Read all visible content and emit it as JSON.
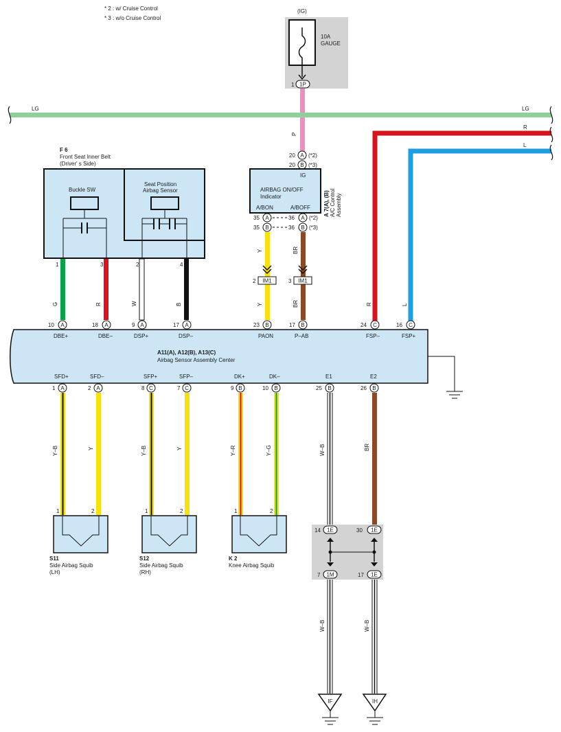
{
  "notes": [
    "* 2 : w/ Cruise Control",
    "* 3 : w/o Cruise Control"
  ],
  "colors": {
    "box_fill": "#cce6f5",
    "gray_box": "#d3d3d3",
    "LG": "#8fcf9a",
    "R": "#d7141e",
    "L": "#1c9ee0",
    "P": "#ee8fbf",
    "Y": "#f7e10a",
    "BR": "#8b4a24",
    "G": "#07a24a",
    "B": "#111111",
    "W": "#ffffff"
  },
  "fuse": {
    "ig": "(IG)",
    "name": "10A\nGAUGE",
    "pin": "1",
    "connector": "1P"
  },
  "bus": {
    "lg_left": "LG",
    "lg_right": "LG",
    "r_right": "R",
    "l_right": "L"
  },
  "indicator": {
    "p_wire": "P",
    "pin_top1": "20",
    "conn_top1": "A",
    "note_top1": "(*2)",
    "pin_top2": "20",
    "conn_top2": "B",
    "note_top2": "(*3)",
    "ig_label": "IG",
    "name": "AIRBAG ON/OFF",
    "sub": "Indicator",
    "abon": "A/BON",
    "aboff": "A/BOFF",
    "side_code": "A 7(A), (B)",
    "side_name1": "A/C Control",
    "side_name2": "Assembly",
    "pin_a1": "35",
    "pin_a2": "35",
    "pin_b1": "36",
    "pin_b2": "36",
    "conn_a1": "A",
    "conn_a2": "B",
    "conn_b1": "A",
    "conn_b2": "B",
    "note_b1": "(*2)",
    "note_b2": "(*3)",
    "wire_y": "Y",
    "wire_br": "BR",
    "im_pin_y": "2",
    "im_pin_br": "3",
    "im_conn": "IM1"
  },
  "seat_belt": {
    "code": "F 6",
    "name1": "Front Seat Inner Belt",
    "name2": "(Driver' s Side)",
    "buckle": "Buckle SW",
    "seatpos1": "Seat Position",
    "seatpos2": "Airbag Sensor",
    "pins": [
      "1",
      "3",
      "2",
      "4"
    ],
    "wires": [
      "G",
      "R",
      "W",
      "B"
    ]
  },
  "ecu": {
    "code": "A11(A), A12(B), A13(C)",
    "name": "Airbag Sensor Assembly Center",
    "top_pins": [
      {
        "pin": "10",
        "conn": "A",
        "name": "DBE+"
      },
      {
        "pin": "18",
        "conn": "A",
        "name": "DBE–"
      },
      {
        "pin": "9",
        "conn": "A",
        "name": "DSP+"
      },
      {
        "pin": "17",
        "conn": "A",
        "name": "DSP–"
      },
      {
        "pin": "23",
        "conn": "B",
        "name": "PAON"
      },
      {
        "pin": "17",
        "conn": "B",
        "name": "P–AB"
      },
      {
        "pin": "24",
        "conn": "C",
        "name": "FSP–"
      },
      {
        "pin": "16",
        "conn": "C",
        "name": "FSP+"
      }
    ],
    "top_wires": [
      "R",
      "L"
    ],
    "bottom_pins": [
      {
        "pin": "1",
        "conn": "A",
        "name": "SFD+"
      },
      {
        "pin": "2",
        "conn": "A",
        "name": "SFD–"
      },
      {
        "pin": "8",
        "conn": "C",
        "name": "SFP+"
      },
      {
        "pin": "7",
        "conn": "C",
        "name": "SFP–"
      },
      {
        "pin": "9",
        "conn": "B",
        "name": "DK+"
      },
      {
        "pin": "10",
        "conn": "B",
        "name": "DK–"
      },
      {
        "pin": "25",
        "conn": "B",
        "name": "E1"
      },
      {
        "pin": "26",
        "conn": "B",
        "name": "E2"
      }
    ],
    "bottom_wires": [
      "Y–B",
      "Y",
      "Y–B",
      "Y",
      "Y–R",
      "Y–G",
      "W–B",
      "BR"
    ]
  },
  "squibs": [
    {
      "code": "S11",
      "name": "Side Airbag Squib",
      "side": "(LH)",
      "pin1": "1",
      "pin2": "2"
    },
    {
      "code": "S12",
      "name": "Side Airbag Squib",
      "side": "(RH)",
      "pin1": "1",
      "pin2": "2"
    },
    {
      "code": "K 2",
      "name": "Knee Airbag Squib",
      "side": "",
      "pin1": "1",
      "pin2": "2"
    }
  ],
  "junction": {
    "pin_top_left": "14",
    "conn_top_left": "1E",
    "pin_top_right": "30",
    "conn_top_right": "1E",
    "pin_bot_left": "7",
    "conn_bot_left": "1M",
    "pin_bot_right": "17",
    "conn_bot_right": "1E",
    "wire_left": "W–B",
    "wire_right": "W–B"
  },
  "grounds": [
    "IF",
    "IH"
  ]
}
